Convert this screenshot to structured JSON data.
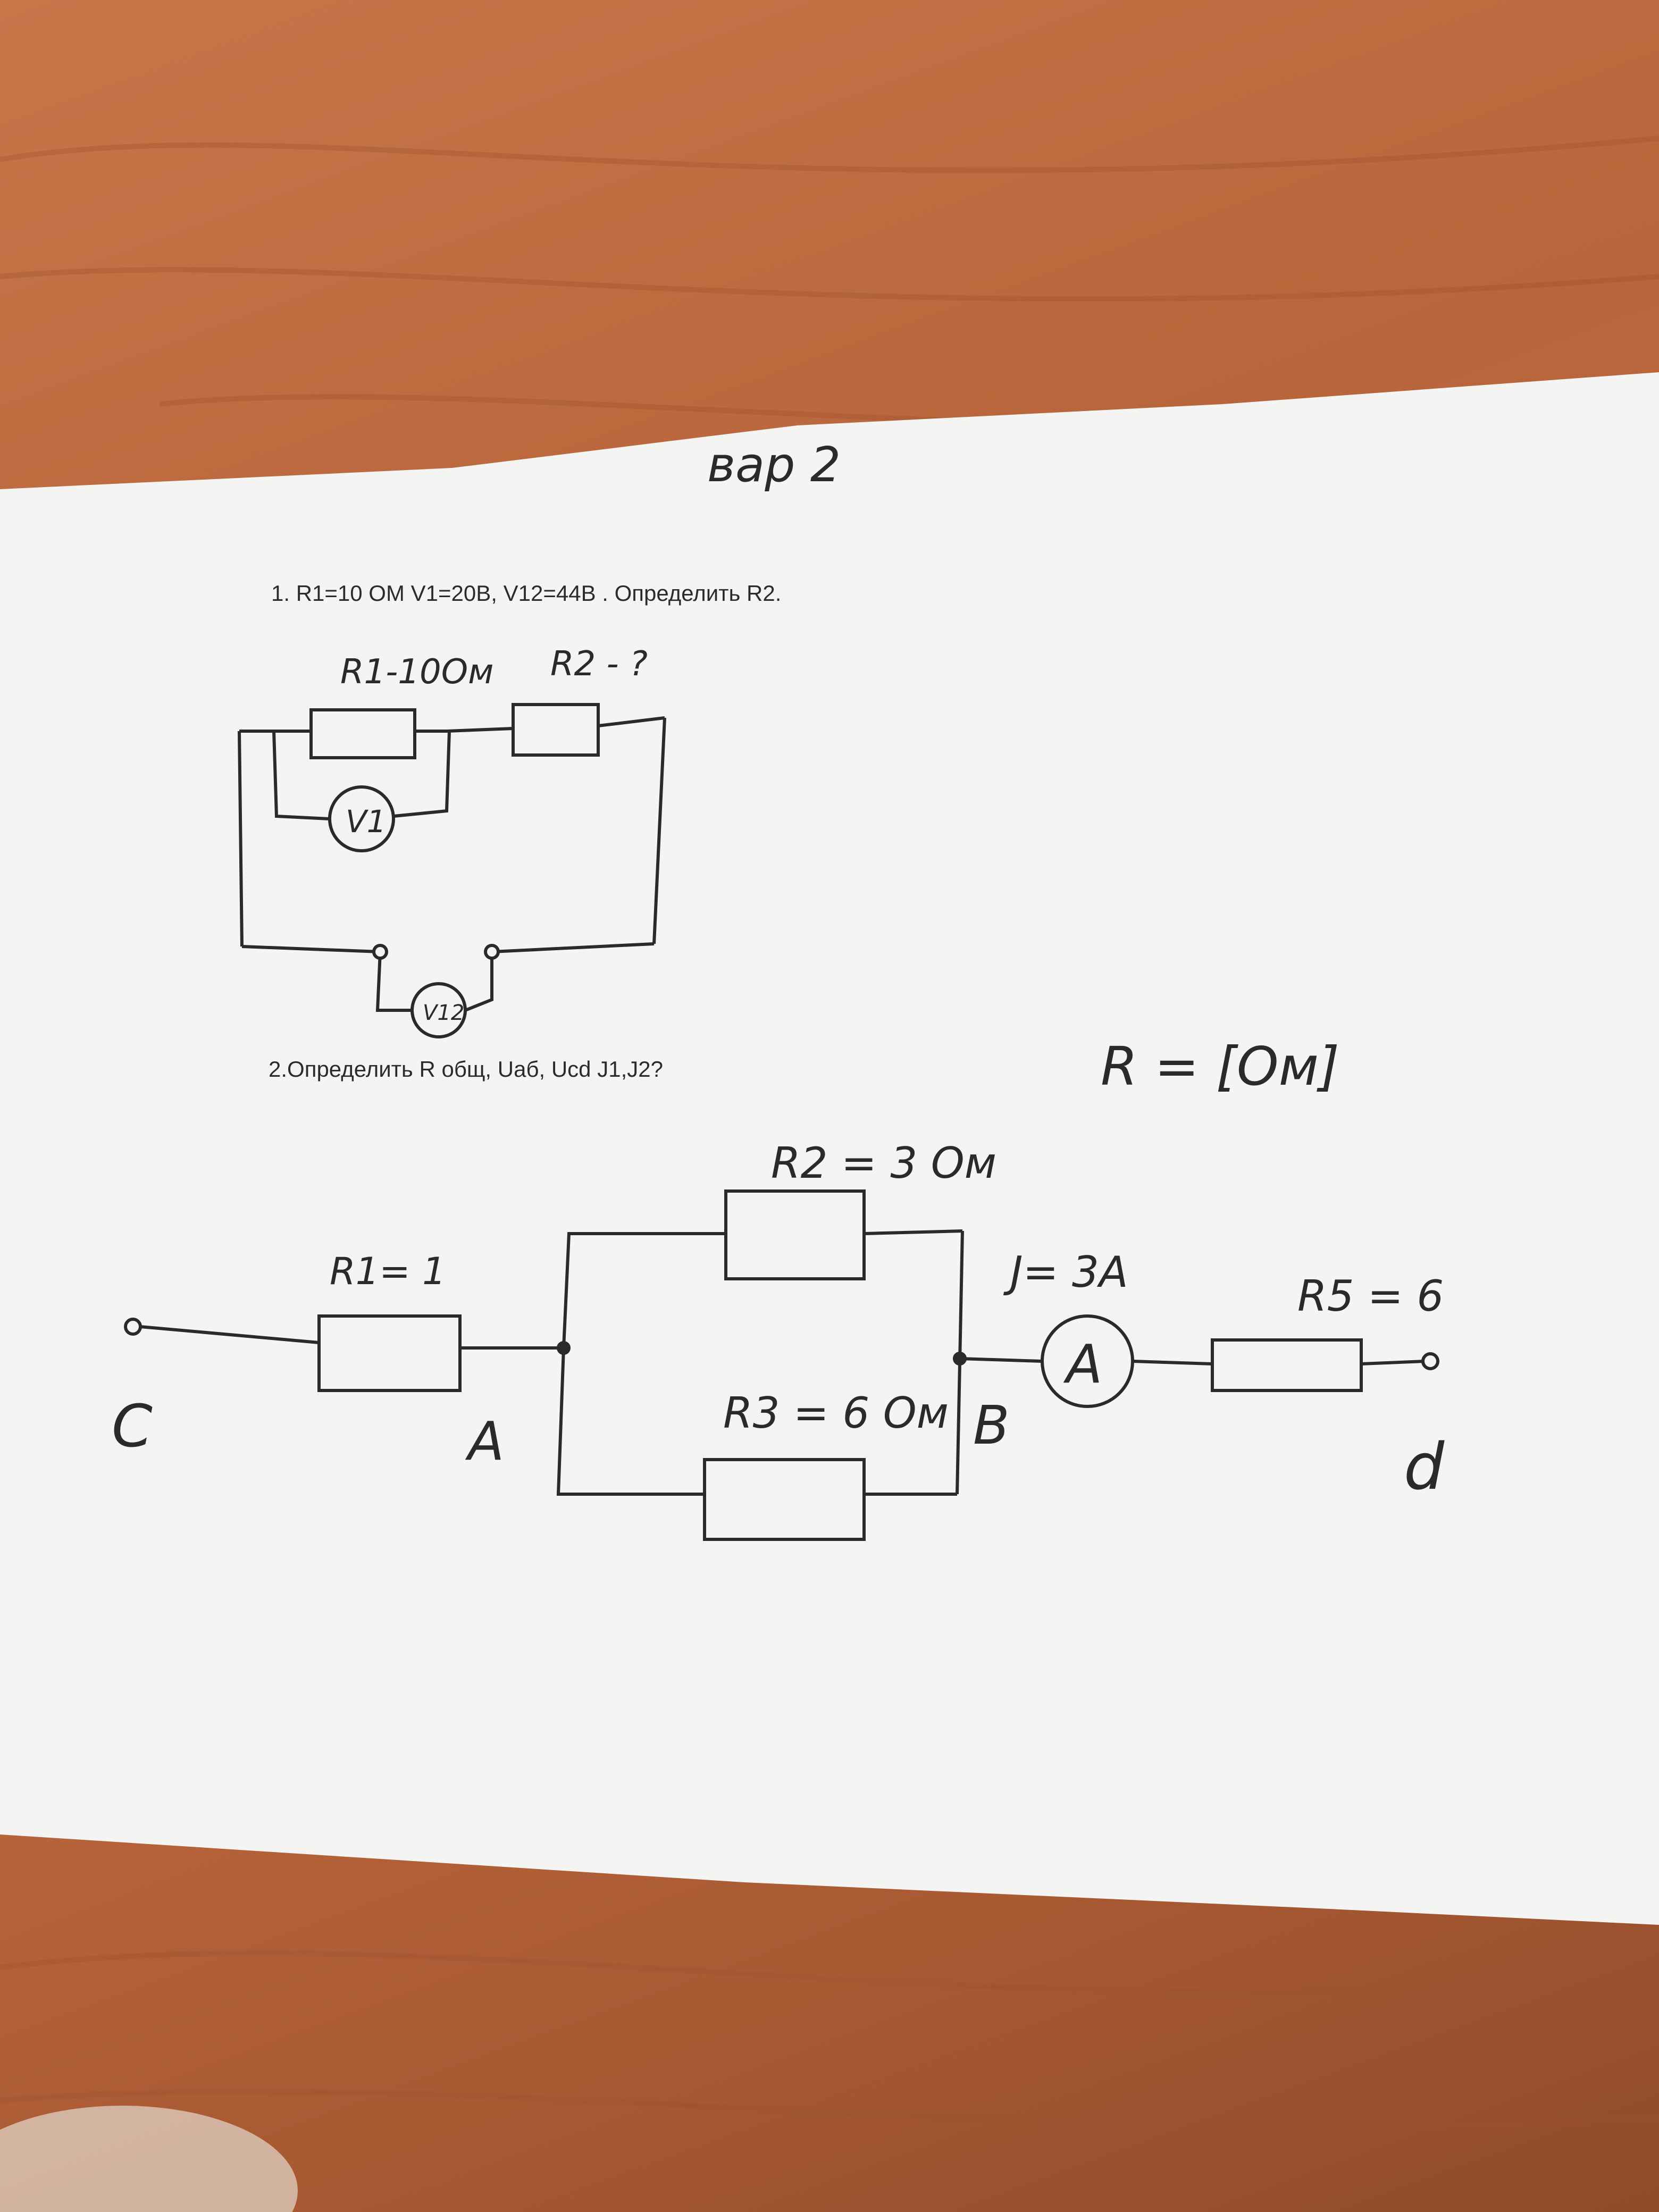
{
  "header": {
    "variant": "вар 2"
  },
  "problem1": {
    "text": "1.   R1=10 OM V1=20B, V12=44B . Определить  R2.",
    "r1_label": "R1-10Ом",
    "r2_label": "R2 - ?",
    "v1_label": "V1",
    "v12_label": "V12"
  },
  "problem2": {
    "text": "2.Определить  R общ,  Uаб, Ucd  J1,J2?",
    "units_note": "R = [Ом]",
    "r1_label": "R1= 1",
    "r2_label": "R2 = 3 Ом",
    "r3_label": "R3 = 6 Ом",
    "r5_label": "R5 = 6",
    "current_label": "J= 3A",
    "ammeter_label": "A",
    "node_a": "A",
    "node_b": "B",
    "terminal_c": "C",
    "terminal_d": "d"
  },
  "colors": {
    "paper": "#f4f4f2",
    "ink": "#2a2a2a",
    "wood": "#b8653b"
  }
}
